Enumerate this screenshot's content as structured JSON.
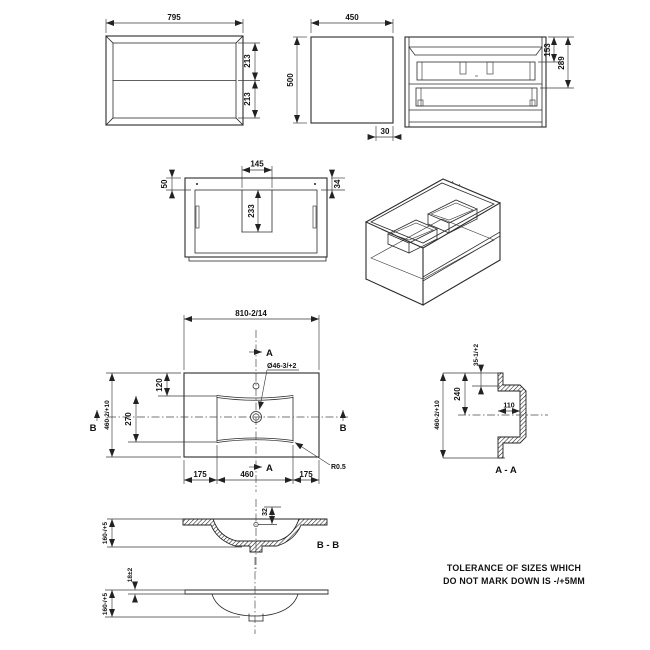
{
  "front_view": {
    "width": "795",
    "drawer_top": "213",
    "drawer_bottom": "213"
  },
  "side_view": {
    "width": "450",
    "height": "500",
    "bottom_inset": "30"
  },
  "back_view": {
    "hanger_offset": "153",
    "drawer_depth": "289"
  },
  "top_view": {
    "cutout_width": "145",
    "back_rail": "50",
    "cutout_depth": "233",
    "side_rail": "34"
  },
  "basin_plan": {
    "width": "810-2/14",
    "depth": "460-2/+10",
    "tap_hole": "Ø46-3/+2",
    "tap_offset": "120",
    "bowl_depth": "270",
    "left_margin": "175",
    "bowl_width": "460",
    "right_margin": "175",
    "corner_radius": "R0.5",
    "section_a": "A",
    "section_b": "B"
  },
  "section_aa": {
    "title": "A - A",
    "depth": "460-2/+10",
    "bowl_offset": "240",
    "rim_height": "35-1/+2",
    "ledge_width": "110"
  },
  "section_bb": {
    "title": "B - B",
    "height": "160-/+5",
    "overflow_offset": "32"
  },
  "basin_side": {
    "height": "160-/+5",
    "rim_thickness": "18±2"
  },
  "note": {
    "line1": "TOLERANCE OF SIZES WHICH",
    "line2": "DO NOT MARK DOWN IS -/+5MM"
  }
}
